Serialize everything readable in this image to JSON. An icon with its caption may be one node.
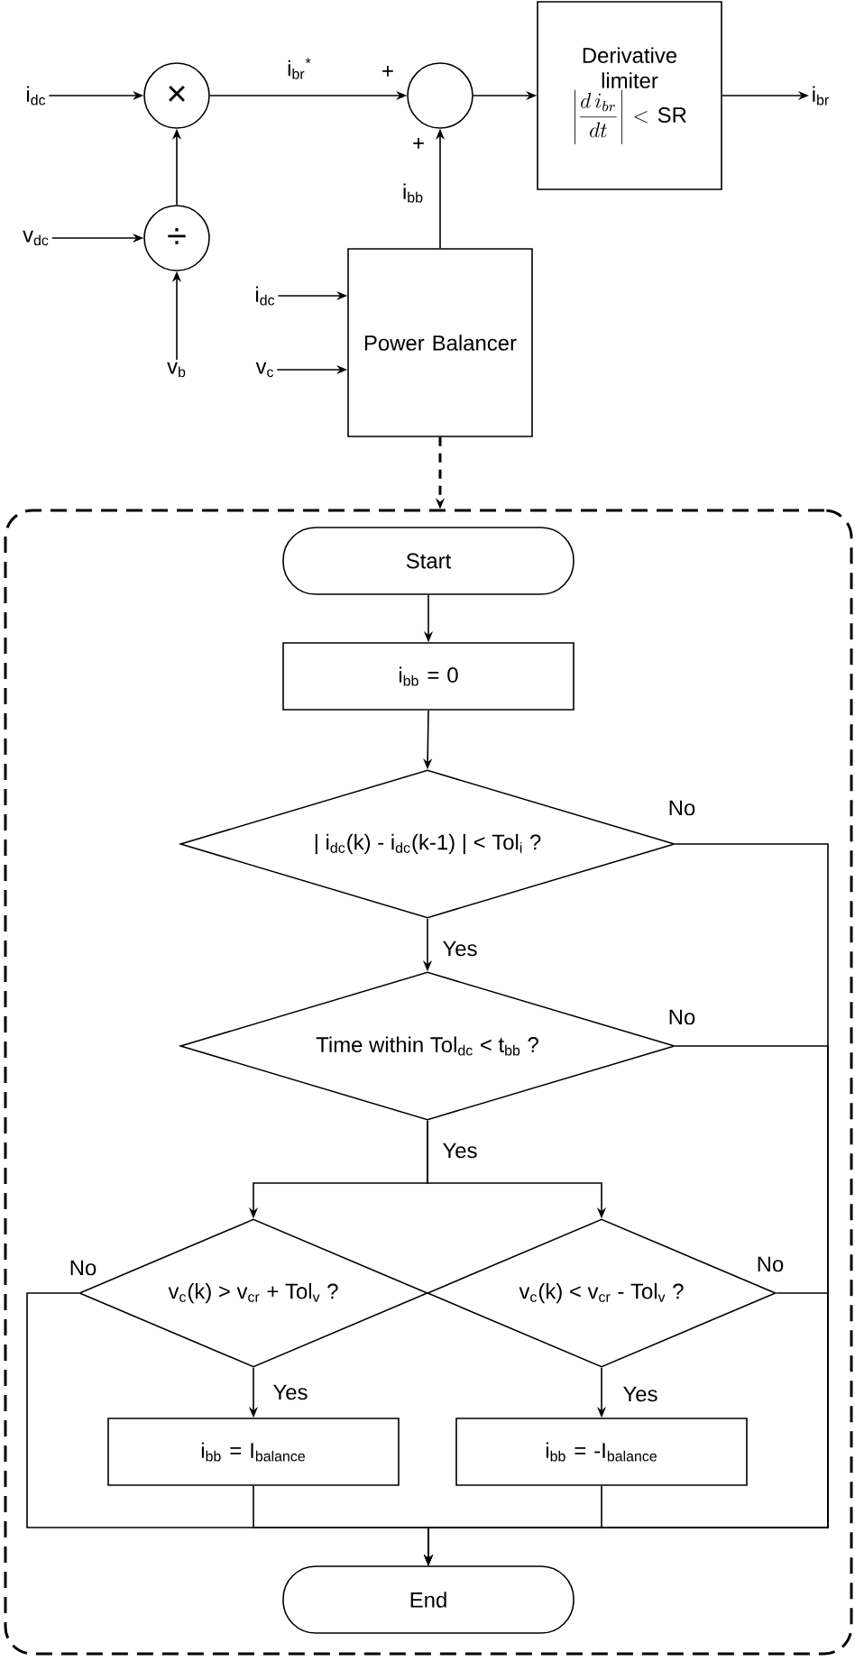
{
  "diagram": {
    "nodes": [
      {
        "text": [
          "i$_{dc}$"
        ]
      },
      {
        "text": [
          "×"
        ]
      },
      {
        "text": [
          "v$_{dc}$"
        ]
      },
      {
        "text": [
          "÷"
        ]
      },
      {
        "text": [
          "v$_{b}$"
        ]
      },
      {
        "text": [],
        "shape": "circle"
      },
      {
        "text": [
          "Derivative limiter",
          "\\left|\\frac{d\\,i_{br}}{dt}\\right| < \\mathrm{SR}"
        ]
      },
      {
        "text": [
          "i$_{br}$"
        ]
      },
      {
        "text": [
          "i$_{dc}$"
        ]
      },
      {
        "text": [
          "v$_{c}$"
        ]
      },
      {
        "text": [
          "Power Balancer"
        ]
      },
      {
        "text": [],
        "shape": "box"
      },
      {
        "text": [
          "Start"
        ],
        "in": 11
      },
      {
        "text": [
          "i$_{bb}$ = 0"
        ],
        "in": 11
      },
      {
        "text": [
          "| i$_{dc}$(k) - i$_{dc}$(k-1) | < Tol$_{i}$ ?"
        ],
        "in": 11
      },
      {
        "text": [
          "Time within Tol$_{dc}$ < t$_{bb}$ ?"
        ],
        "in": 11
      },
      {
        "text": [
          "v$_{c}$(k) > v$_{cr}$ + Tol$_{v}$ ?"
        ],
        "in": 11
      },
      {
        "text": [
          "v$_{c}$(k) < v$_{cr}$ - Tol$_{v}$ ?"
        ],
        "in": 11
      },
      {
        "text": [
          "i$_{bb}$ = I$_{balance}$"
        ],
        "in": 11
      },
      {
        "text": [
          "i$_{bb}$ = -I$_{balance}$"
        ],
        "in": 11
      },
      {
        "text": [
          "End"
        ],
        "in": 11
      }
    ],
    "edges": [
      {
        "from": 0,
        "to": 1,
        "arrow": "to"
      },
      {
        "from": 2,
        "to": 3,
        "arrow": "to"
      },
      {
        "from": 4,
        "to": 3,
        "arrow": "to"
      },
      {
        "from": 3,
        "to": 1,
        "arrow": "to"
      },
      {
        "from": 1,
        "to": 5,
        "arrow": "to",
        "label": "i$_{br}$$^{*}$"
      },
      {
        "from": 5,
        "to": 6,
        "arrow": "to"
      },
      {
        "from": 6,
        "to": 7,
        "arrow": "to"
      },
      {
        "from": 10,
        "to": 5,
        "arrow": "to",
        "label": "i$_{bb}$"
      },
      {
        "from": 8,
        "to": 10,
        "arrow": "to"
      },
      {
        "from": 9,
        "to": 10,
        "arrow": "to"
      },
      {
        "from": 10,
        "to": 11,
        "arrow": "to",
        "style": "dashed"
      },
      {
        "from": 12,
        "to": 13,
        "arrow": "to"
      },
      {
        "from": 13,
        "to": 14,
        "arrow": "to"
      },
      {
        "from": 14,
        "to": 15,
        "arrow": "to",
        "label": "Yes"
      },
      {
        "from": 14,
        "to": 20,
        "arrow": "to",
        "label": "No"
      },
      {
        "from": 15,
        "to": 20,
        "arrow": "to",
        "label": "No"
      },
      {
        "from": 15,
        "to": 16,
        "arrow": "to",
        "label": "Yes"
      },
      {
        "from": 15,
        "to": 17,
        "arrow": "to"
      },
      {
        "from": 16,
        "to": 18,
        "arrow": "to",
        "label": "Yes"
      },
      {
        "from": 17,
        "to": 19,
        "arrow": "to",
        "label": "Yes"
      },
      {
        "from": 16,
        "to": 20,
        "arrow": "to",
        "label": "No"
      },
      {
        "from": 17,
        "to": 20,
        "arrow": "to",
        "label": "No"
      },
      {
        "from": 18,
        "to": 20,
        "arrow": "to"
      },
      {
        "from": 19,
        "to": 20,
        "arrow": "to"
      }
    ],
    "labels": [
      "+",
      "+"
    ]
  }
}
